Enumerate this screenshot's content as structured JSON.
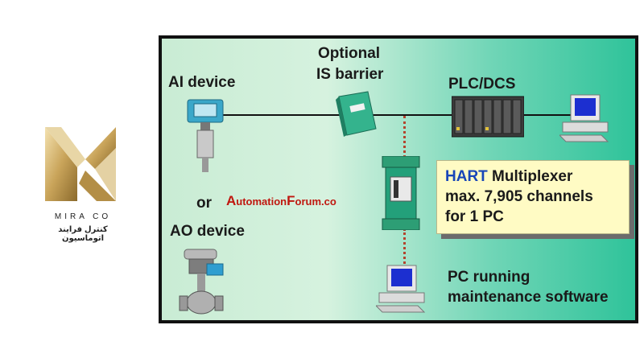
{
  "brand": {
    "name": "MIRA CO",
    "subtitle": "کنترل فرایند اتوماسیون"
  },
  "diagram": {
    "ai_device": "AI device",
    "optional_line1": "Optional",
    "optional_line2": "IS barrier",
    "plc_dcs": "PLC/DCS",
    "or": "or",
    "ao_device": "AO device",
    "pc_line1": "PC running",
    "pc_line2": "maintenance software",
    "hart_word": "HART",
    "hart_rest": " Multiplexer",
    "hart_line2": "max. 7,905 channels",
    "hart_line3": "for 1 PC",
    "watermark": {
      "a": "A",
      "utomation": "utomation",
      "f": "F",
      "orum": "orum.co"
    }
  },
  "colors": {
    "accent_blue": "#1846b8",
    "watermark_red": "#c0170f",
    "hart_box": "#fffbc4",
    "wire_dotted": "#b3442e"
  }
}
